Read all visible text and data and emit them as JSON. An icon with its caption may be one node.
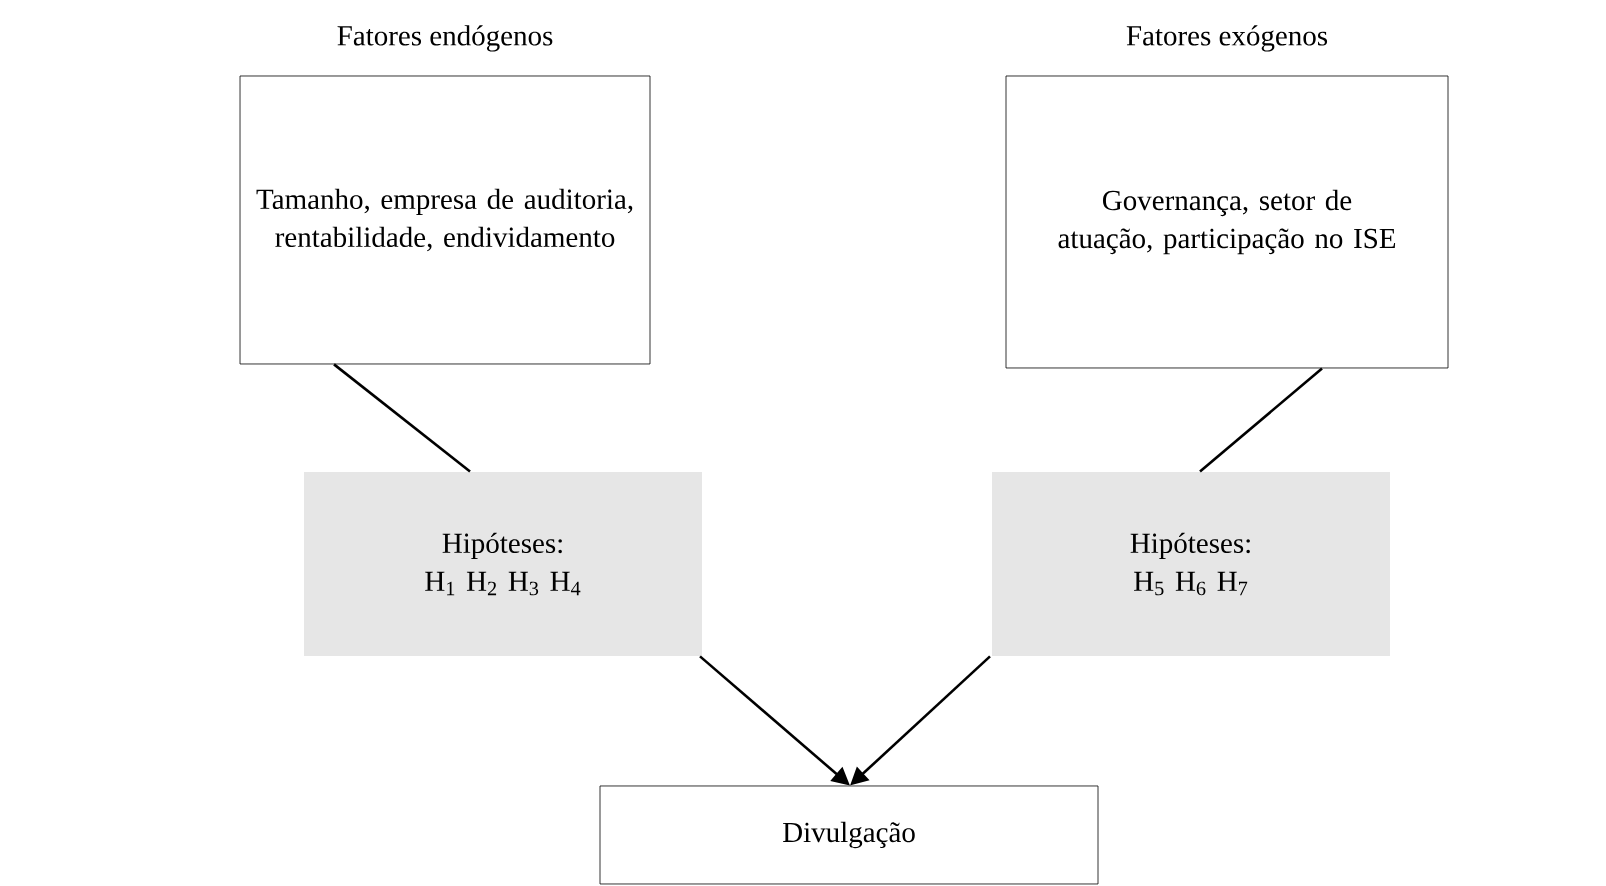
{
  "diagram": {
    "nodes": [
      {
        "text": [
          "Fatores endógenos",
          "Tamanho, empresa de auditoria, rentabilidade, endividamento"
        ]
      },
      {
        "text": [
          "Fatores exógenos",
          "Governança, setor de atuação, participação no ISE"
        ]
      },
      {
        "text": [
          "Hipóteses:",
          "H$_{1}$ H$_{2}$ H$_{3}$ H$_{4}$"
        ]
      },
      {
        "text": [
          "Hipóteses:",
          "H$_{5}$ H$_{6}$ H$_{7}$"
        ]
      },
      {
        "text": [
          "Divulgação"
        ]
      }
    ],
    "edges": [
      {
        "from": 0,
        "to": 2,
        "arrow": "none"
      },
      {
        "from": 1,
        "to": 3,
        "arrow": "none"
      },
      {
        "from": 2,
        "to": 4,
        "arrow": "to"
      },
      {
        "from": 3,
        "to": 4,
        "arrow": "to"
      }
    ]
  }
}
